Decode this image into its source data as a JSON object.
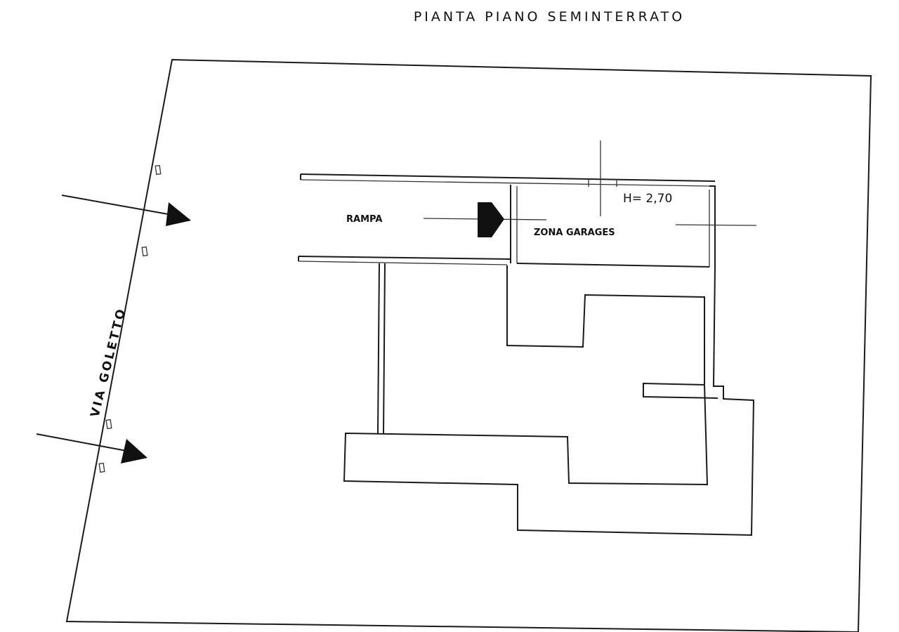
{
  "title": "PIANTA PIANO SEMINTERRATO",
  "labels": {
    "ramp": "RAMPA",
    "garage_zone": "ZONA GARAGES",
    "height": "H= 2,70",
    "street": "VIA GOLETTO"
  },
  "colors": {
    "ink": "#1a1a1a",
    "paper": "#ffffff"
  }
}
